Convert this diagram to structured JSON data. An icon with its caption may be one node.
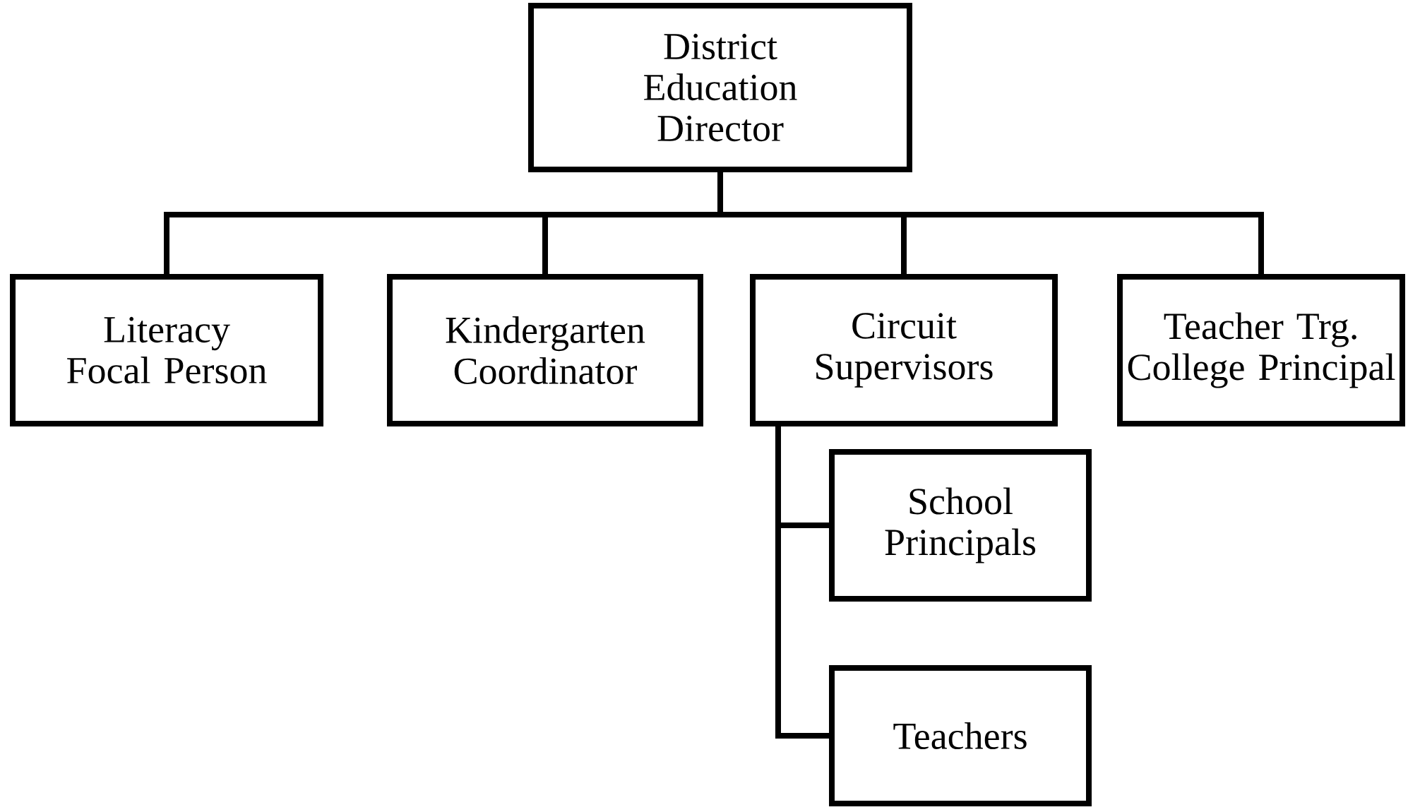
{
  "diagram": {
    "nodes": [
      {
        "text": [
          "District Education Director"
        ]
      },
      {
        "text": [
          "Literacy Focal Person"
        ]
      },
      {
        "text": [
          "Kindergarten Coordinator"
        ]
      },
      {
        "text": [
          "Circuit Supervisors"
        ]
      },
      {
        "text": [
          "Teacher Trg. College Principal"
        ]
      },
      {
        "text": [
          "School Principals"
        ]
      },
      {
        "text": [
          "Teachers"
        ]
      }
    ],
    "edges": [
      {
        "from": 0,
        "to": 1,
        "arrow": "none"
      },
      {
        "from": 0,
        "to": 2,
        "arrow": "none"
      },
      {
        "from": 0,
        "to": 3,
        "arrow": "none"
      },
      {
        "from": 0,
        "to": 4,
        "arrow": "none"
      },
      {
        "from": 3,
        "to": 5,
        "arrow": "none"
      },
      {
        "from": 3,
        "to": 6,
        "arrow": "none"
      }
    ]
  }
}
